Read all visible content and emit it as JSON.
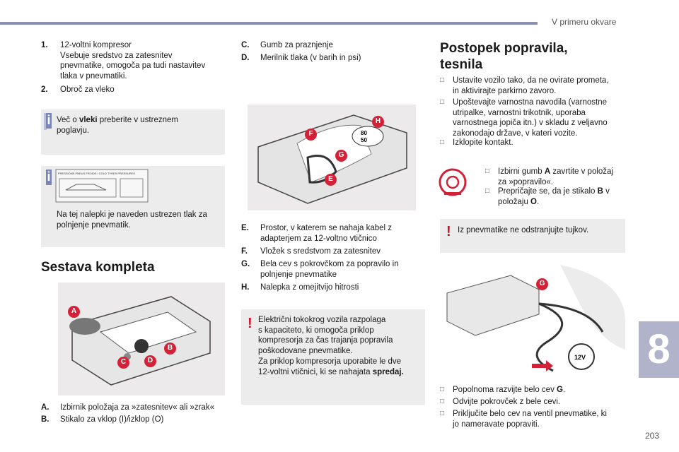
{
  "header": {
    "section_title": "V primeru okvare",
    "chapter": "8",
    "page_number": "203"
  },
  "left_column": {
    "items": [
      {
        "label": "1.",
        "text": "12-voltni kompresor\nVsebuje sredstvo za zatesnitev\npnevmatike, omogoča pa tudi nastavitev\ntlaka v pnevmatiki."
      },
      {
        "label": "2.",
        "text": "Obroč za vleko"
      }
    ],
    "info_box_1": {
      "pre": "Več o ",
      "bold": "vleki",
      "post": " preberite v ustreznem\npoglavju."
    },
    "info_box_2": {
      "text": "Na tej nalepki je naveden ustrezen tlak za\npolnjenje pnevmatik.",
      "sticker_title": "PRESSIONS PNEUS FROIDS / COLD TYRES PRESSURES"
    },
    "kit_title": "Sestava kompleta",
    "kit_items": [
      {
        "label": "A.",
        "text": "Izbirnik položaja za »zatesnitev« ali »zrak«"
      },
      {
        "label": "B.",
        "text": "Stikalo za vklop (I)/izklop (O)"
      }
    ],
    "figure_labels": [
      "A",
      "B",
      "C",
      "D"
    ]
  },
  "middle_column": {
    "items_top": [
      {
        "label": "C.",
        "text": "Gumb za praznjenje"
      },
      {
        "label": "D.",
        "text": "Merilnik tlaka (v barih in psi)"
      }
    ],
    "items_bottom": [
      {
        "label": "E.",
        "text": "Prostor, v katerem se nahaja kabel z\nadapterjem za 12-voltno vtičnico"
      },
      {
        "label": "F.",
        "text": "Vložek s sredstvom za zatesnitev"
      },
      {
        "label": "G.",
        "text": "Bela cev s pokrovčkom za popravilo in\npolnjenje pnevmatike"
      },
      {
        "label": "H.",
        "text": "Nalepka z omejitvijo hitrosti"
      }
    ],
    "warning_box": {
      "text": "Električni tokokrog vozila razpolaga\ns kapaciteto, ki omogoča priklop\nkompresorja za čas trajanja popravila\npoškodovane pnevmatike.\nZa priklop kompresorja uporabite le dve\n12-voltni vtičnici, ki se nahajata ",
      "bold": "spredaj."
    },
    "figure_labels": [
      "F",
      "H",
      "G",
      "E"
    ],
    "speed_sticker": {
      "top": "80",
      "bottom": "50"
    }
  },
  "right_column": {
    "title": "Postopek popravila,\ntesnila",
    "bullets": [
      "Ustavite vozilo tako, da ne ovirate prometa,\nin aktivirajte parkirno zavoro.",
      "Upoštevajte varnostna navodila (varnostne\nutripalke, varnostni trikotnik, uporaba\nvarnostnega jopiča itn.) v skladu z veljavno\nzakonodajo države, v kateri vozite.",
      "Izklopite kontakt."
    ],
    "selector_bullets": [
      {
        "pre": "Izbirni gumb ",
        "bold": "A",
        "post": " zavrtite v položaj\nza »popravilo«."
      },
      {
        "pre": "Prepričajte se, da je stikalo ",
        "bold": "B",
        "post": " v\npoložaju ",
        "bold2": "O",
        "post2": "."
      }
    ],
    "warning_box": {
      "text": "Iz pnevmatike ne odstranjujte tujkov."
    },
    "figure_labels": [
      "G"
    ],
    "socket_label": "12V",
    "final_bullets": [
      {
        "pre": "Popolnoma razvijte belo cev ",
        "bold": "G",
        "post": "."
      },
      {
        "pre": "Odvijte pokrovček z bele cevi.",
        "bold": "",
        "post": ""
      },
      {
        "pre": "Priključite belo cev na ventil pnevmatike, ki\njo nameravate popraviti.",
        "bold": "",
        "post": ""
      }
    ]
  },
  "colors": {
    "accent": "#d32238",
    "info": "#7b84b8",
    "box": "#ececec"
  }
}
